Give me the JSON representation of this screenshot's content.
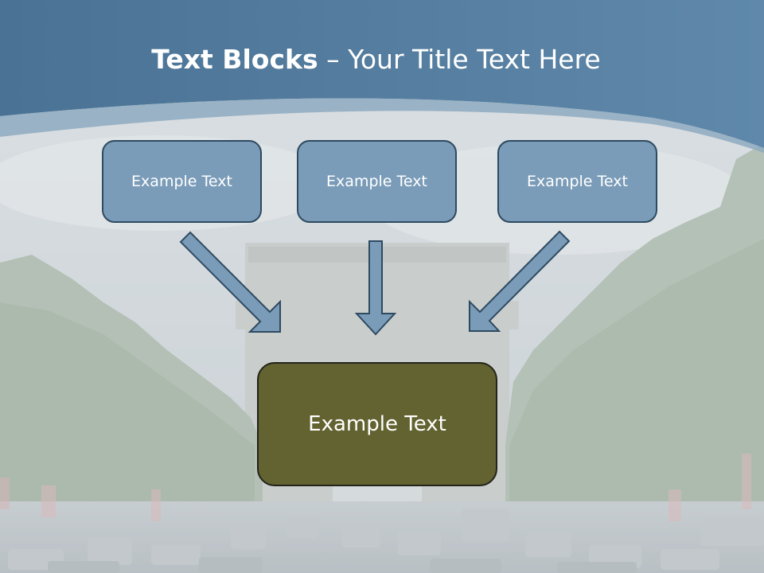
{
  "title": {
    "bold": "Text Blocks",
    "dash": " – ",
    "rest": "Your Title Text Here"
  },
  "blocks": [
    {
      "label": "Example Text"
    },
    {
      "label": "Example Text"
    },
    {
      "label": "Example Text"
    }
  ],
  "main_block": {
    "label": "Example Text"
  },
  "colors": {
    "header": "#4f7799",
    "box_fill": "#7a9cb8",
    "box_border": "#2e4a61",
    "arrow_fill": "#7a9cb8",
    "main_fill": "#636231",
    "main_border": "#23231a"
  }
}
